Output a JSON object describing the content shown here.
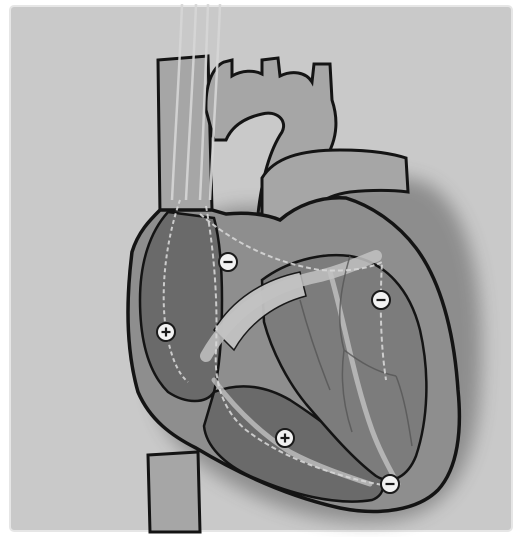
{
  "figure": {
    "colors": {
      "panel": "#c9c9c9",
      "panel_border": "#ffffff",
      "outline": "#141414",
      "vessel_fill": "#a6a6a6",
      "heart_fill": "#8e8e8e",
      "chamber_dark": "#6a6a6a",
      "chamber_mid": "#7c7c7c",
      "conduction": "#c2c2c2",
      "wire": "#d6d6d6",
      "marker_fill": "#f2f2f2",
      "marker_ring": "#1a1a1a"
    },
    "markers": [
      {
        "name": "marker-sa-node",
        "symbol": "minus"
      },
      {
        "name": "marker-right-atrium",
        "symbol": "plus"
      },
      {
        "name": "marker-left-ventricle-upper",
        "symbol": "minus"
      },
      {
        "name": "marker-right-ventricle",
        "symbol": "plus"
      },
      {
        "name": "marker-apex",
        "symbol": "minus"
      }
    ]
  }
}
